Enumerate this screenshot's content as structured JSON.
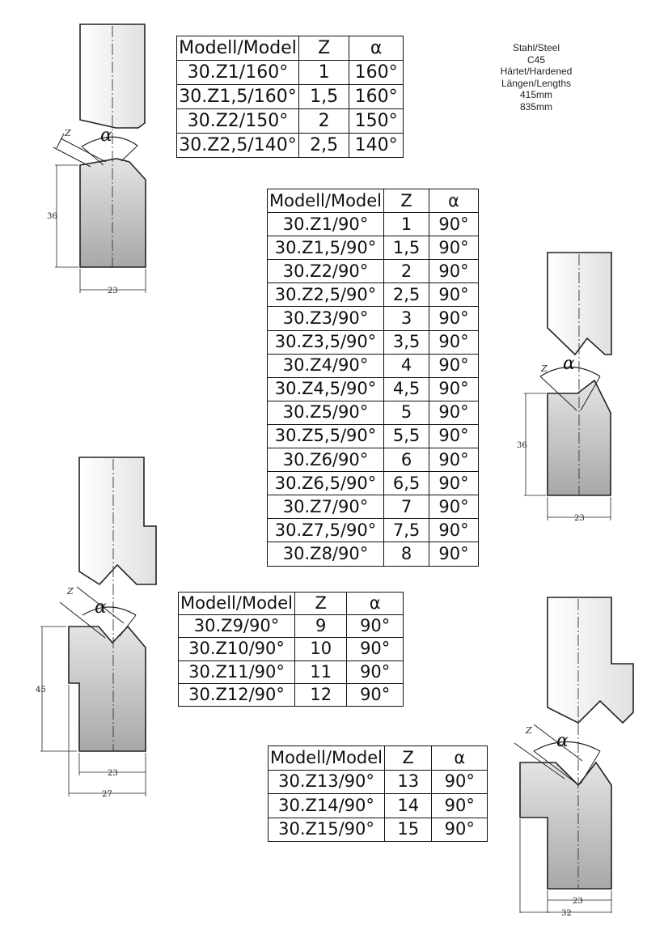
{
  "headers": {
    "model": "Modell/Model",
    "z": "Z",
    "alpha": "α"
  },
  "notes": [
    "Stahl/Steel",
    "C45",
    "Härtet/Hardened",
    "Längen/Lengths",
    "415mm",
    "835mm"
  ],
  "tables": [
    {
      "rows": [
        [
          "30.Z1/160°",
          "1",
          "160°"
        ],
        [
          "30.Z1,5/160°",
          "1,5",
          "160°"
        ],
        [
          "30.Z2/150°",
          "2",
          "150°"
        ],
        [
          "30.Z2,5/140°",
          "2,5",
          "140°"
        ]
      ]
    },
    {
      "rows": [
        [
          "30.Z1/90°",
          "1",
          "90°"
        ],
        [
          "30.Z1,5/90°",
          "1,5",
          "90°"
        ],
        [
          "30.Z2/90°",
          "2",
          "90°"
        ],
        [
          "30.Z2,5/90°",
          "2,5",
          "90°"
        ],
        [
          "30.Z3/90°",
          "3",
          "90°"
        ],
        [
          "30.Z3,5/90°",
          "3,5",
          "90°"
        ],
        [
          "30.Z4/90°",
          "4",
          "90°"
        ],
        [
          "30.Z4,5/90°",
          "4,5",
          "90°"
        ],
        [
          "30.Z5/90°",
          "5",
          "90°"
        ],
        [
          "30.Z5,5/90°",
          "5,5",
          "90°"
        ],
        [
          "30.Z6/90°",
          "6",
          "90°"
        ],
        [
          "30.Z6,5/90°",
          "6,5",
          "90°"
        ],
        [
          "30.Z7/90°",
          "7",
          "90°"
        ],
        [
          "30.Z7,5/90°",
          "7,5",
          "90°"
        ],
        [
          "30.Z8/90°",
          "8",
          "90°"
        ]
      ]
    },
    {
      "rows": [
        [
          "30.Z9/90°",
          "9",
          "90°"
        ],
        [
          "30.Z10/90°",
          "10",
          "90°"
        ],
        [
          "30.Z11/90°",
          "11",
          "90°"
        ],
        [
          "30.Z12/90°",
          "12",
          "90°"
        ]
      ]
    },
    {
      "rows": [
        [
          "30.Z13/90°",
          "13",
          "90°"
        ],
        [
          "30.Z14/90°",
          "14",
          "90°"
        ],
        [
          "30.Z15/90°",
          "15",
          "90°"
        ]
      ]
    }
  ],
  "drawings": [
    {
      "z_label": "Z",
      "alpha_label": "α",
      "height_dim": "36",
      "width_dim": "23"
    },
    {
      "z_label": "Z",
      "alpha_label": "α",
      "height_dim": "36",
      "width_dim": "23"
    },
    {
      "z_label": "Z",
      "alpha_label": "α",
      "height_dim": "45",
      "width_dim": "23",
      "width_dim2": "27"
    },
    {
      "z_label": "Z",
      "alpha_label": "α",
      "width_dim": "23",
      "width_dim2": "32"
    }
  ]
}
